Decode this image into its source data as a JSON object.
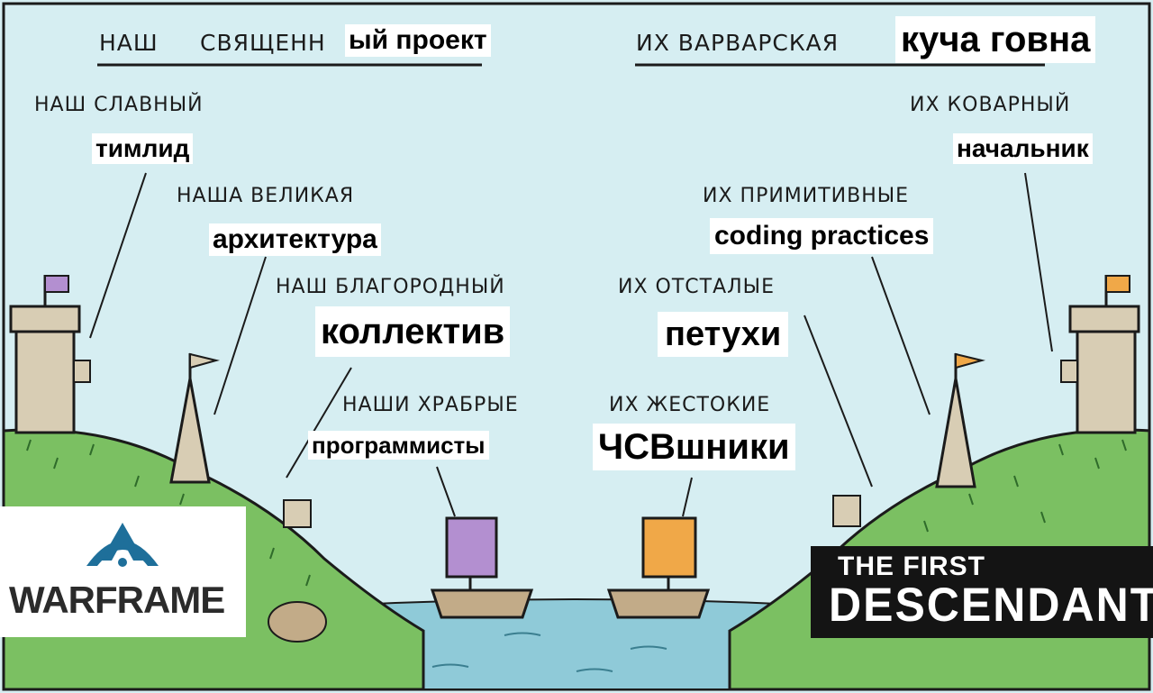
{
  "left": {
    "title_handwritten_a": "НАШ",
    "title_handwritten_b": "СВЯЩЕНН",
    "title_patch": "ый проект",
    "leader_label": "НАШ СЛАВНЫЙ",
    "leader_patch": "тимлид",
    "architecture_label": "НАША ВЕЛИКАЯ",
    "architecture_patch": "архитектура",
    "team_label": "НАШ БЛАГОРОДНЫЙ",
    "team_patch": "коллектив",
    "devs_label": "НАШИ ХРАБРЫЕ",
    "devs_patch": "программисты",
    "logo_text": "WARFRAME"
  },
  "right": {
    "title_handwritten": "ИХ ВАРВАРСКАЯ",
    "title_patch": "куча говна",
    "leader_label": "ИХ КОВАРНЫЙ",
    "leader_patch": "начальник",
    "practices_label": "ИХ ПРИМИТИВНЫЕ",
    "practices_patch": "coding practices",
    "team_label": "ИХ ОТСТАЛЫЕ",
    "team_patch": "петухи",
    "devs_label": "ИХ ЖЕСТОКИЕ",
    "devs_patch": "ЧСВшники",
    "logo_top": "THE FIRST",
    "logo_bottom": "DESCENDANT"
  },
  "colors": {
    "sky": "#d6eef2",
    "grass": "#7bc062",
    "water": "#8fcad8",
    "stone": "#d8cdb4",
    "flag_left": "#b38fd0",
    "flag_right": "#f0a848",
    "ink": "#1b1b1b"
  }
}
